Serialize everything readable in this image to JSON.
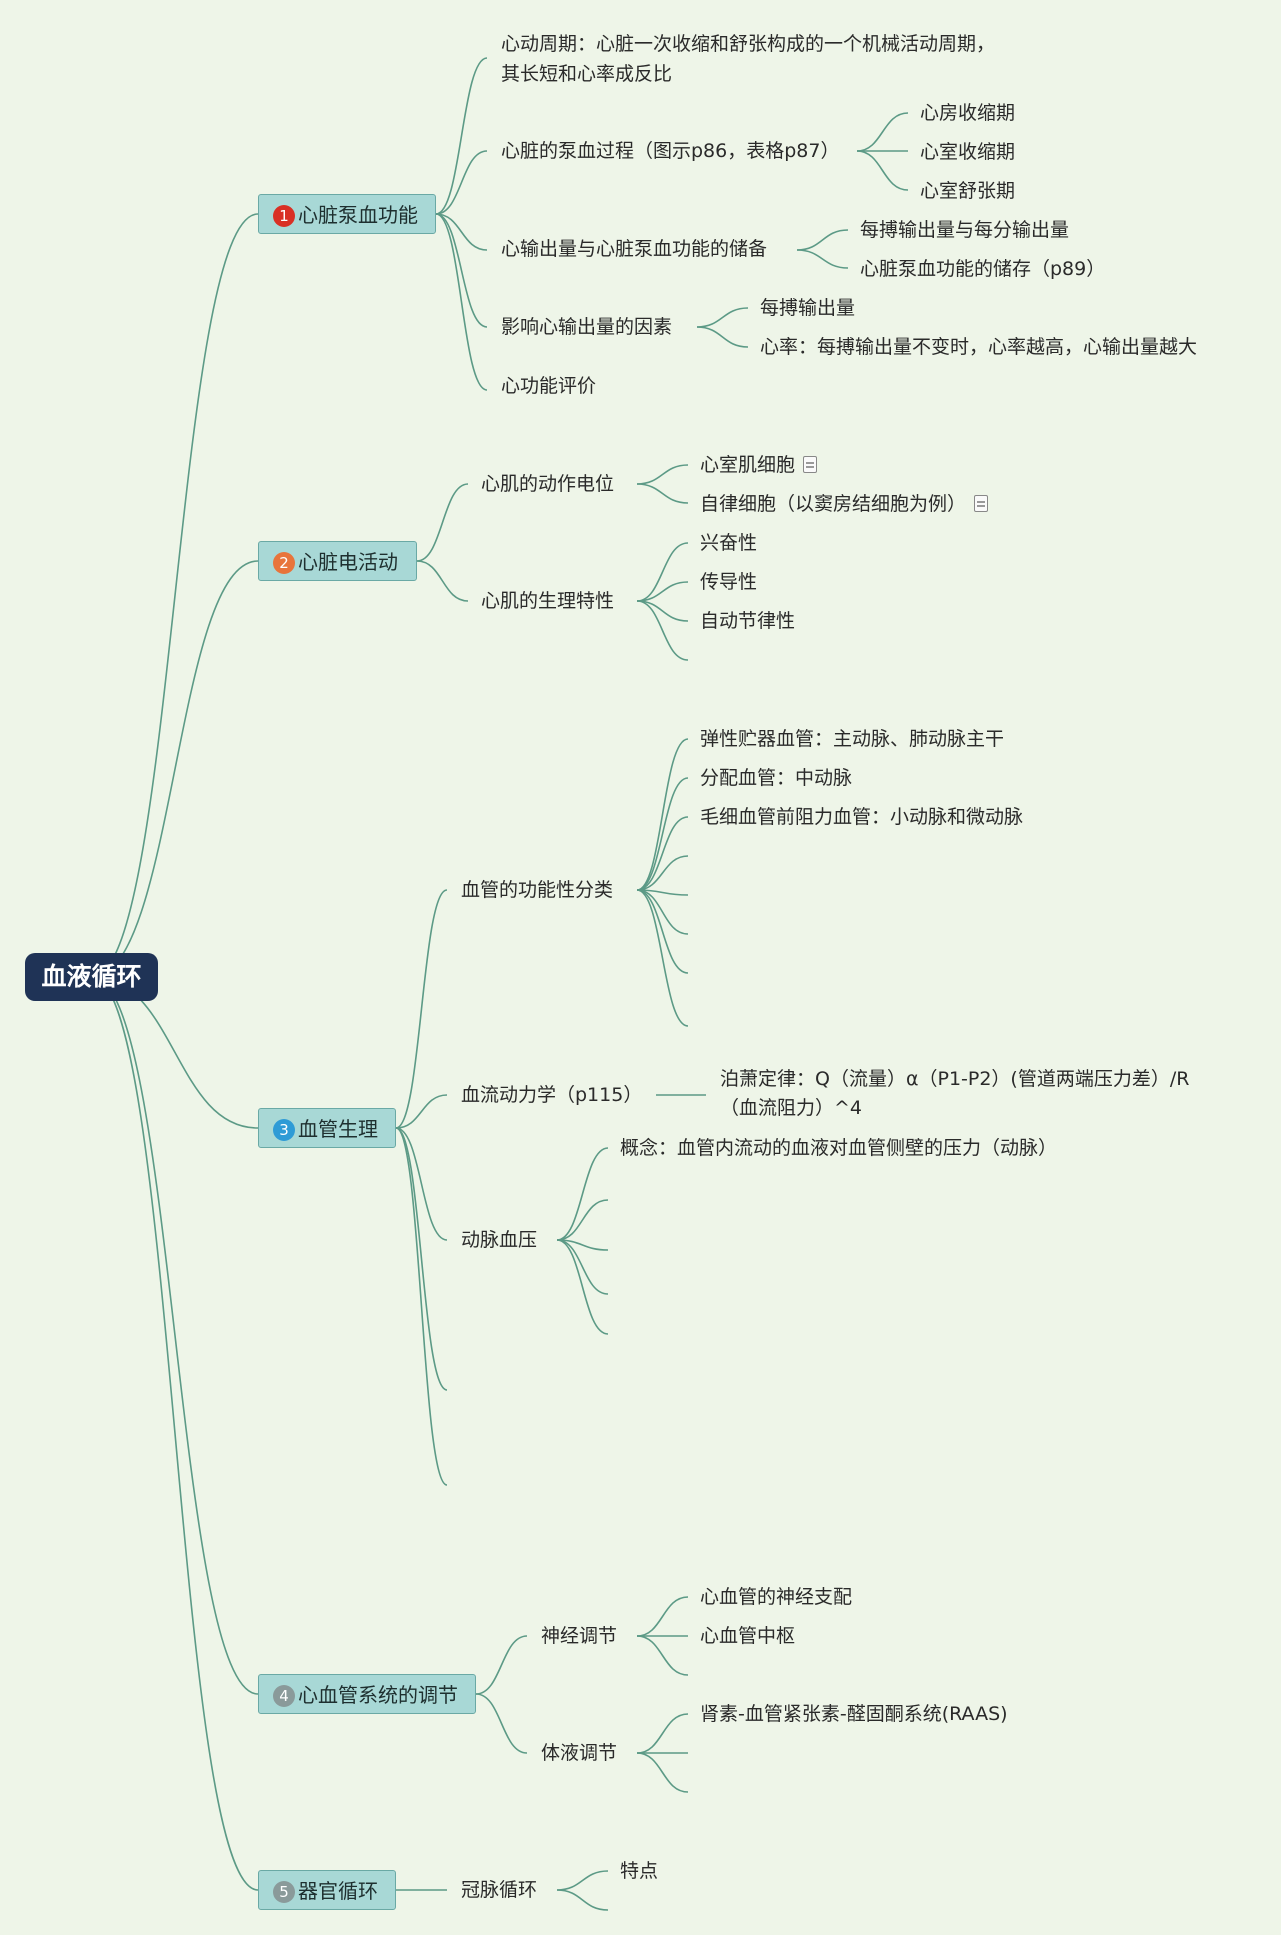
{
  "root": "血液循环",
  "colors": {
    "b1": "#d93025",
    "b2": "#e8743b",
    "b3": "#2e9bd6",
    "b4": "#8a9a9a",
    "b5": "#8a9a9a",
    "line": "#5c9a86",
    "root_bg": "#1f3356",
    "main_bg": "#a8d8d6"
  },
  "branches": [
    {
      "num": "1",
      "label": "心脏泵血功能",
      "children": [
        {
          "label": "心动周期：心脏一次收缩和舒张构成的一个机械活动周期，其长短和心率成反比"
        },
        {
          "label": "心脏的泵血过程（图示p86，表格p87）",
          "children": [
            {
              "label": "心房收缩期"
            },
            {
              "label": "心室收缩期"
            },
            {
              "label": "心室舒张期"
            }
          ]
        },
        {
          "label": "心输出量与心脏泵血功能的储备",
          "children": [
            {
              "label": "每搏输出量与每分输出量"
            },
            {
              "label": "心脏泵血功能的储存（p89）"
            }
          ]
        },
        {
          "label": "影响心输出量的因素",
          "children": [
            {
              "label": "每搏输出量"
            },
            {
              "label": "心率：每搏输出量不变时，心率越高，心输出量越大"
            }
          ]
        },
        {
          "label": "心功能评价"
        }
      ]
    },
    {
      "num": "2",
      "label": "心脏电活动",
      "children": [
        {
          "label": "心肌的动作电位",
          "children": [
            {
              "label": "心室肌细胞",
              "icon": "document-icon"
            },
            {
              "label": "自律细胞（以窦房结细胞为例）",
              "icon": "document-icon"
            }
          ]
        },
        {
          "label": "心肌的生理特性",
          "children": [
            {
              "label": "兴奋性"
            },
            {
              "label": "传导性"
            },
            {
              "label": "自动节律性"
            }
          ]
        }
      ]
    },
    {
      "num": "3",
      "label": "血管生理",
      "children": [
        {
          "label": "血管的功能性分类",
          "children": [
            {
              "label": "弹性贮器血管：主动脉、肺动脉主干"
            },
            {
              "label": "分配血管：中动脉"
            },
            {
              "label": "毛细血管前阻力血管：小动脉和微动脉"
            }
          ]
        },
        {
          "label": "血流动力学（p115）",
          "children": [
            {
              "label": "泊萧定律：Q（流量）α（P1-P2）(管道两端压力差）/R（血流阻力）^4"
            }
          ]
        },
        {
          "label": "动脉血压",
          "children": [
            {
              "label": "概念：血管内流动的血液对血管侧壁的压力（动脉）"
            }
          ]
        }
      ]
    },
    {
      "num": "4",
      "label": "心血管系统的调节",
      "children": [
        {
          "label": "神经调节",
          "children": [
            {
              "label": "心血管的神经支配"
            },
            {
              "label": "心血管中枢"
            }
          ]
        },
        {
          "label": "体液调节",
          "children": [
            {
              "label": "肾素-血管紧张素-醛固酮系统(RAAS)"
            }
          ]
        }
      ]
    },
    {
      "num": "5",
      "label": "器官循环",
      "children": [
        {
          "label": "冠脉循环",
          "children": [
            {
              "label": "特点"
            }
          ]
        }
      ]
    }
  ]
}
